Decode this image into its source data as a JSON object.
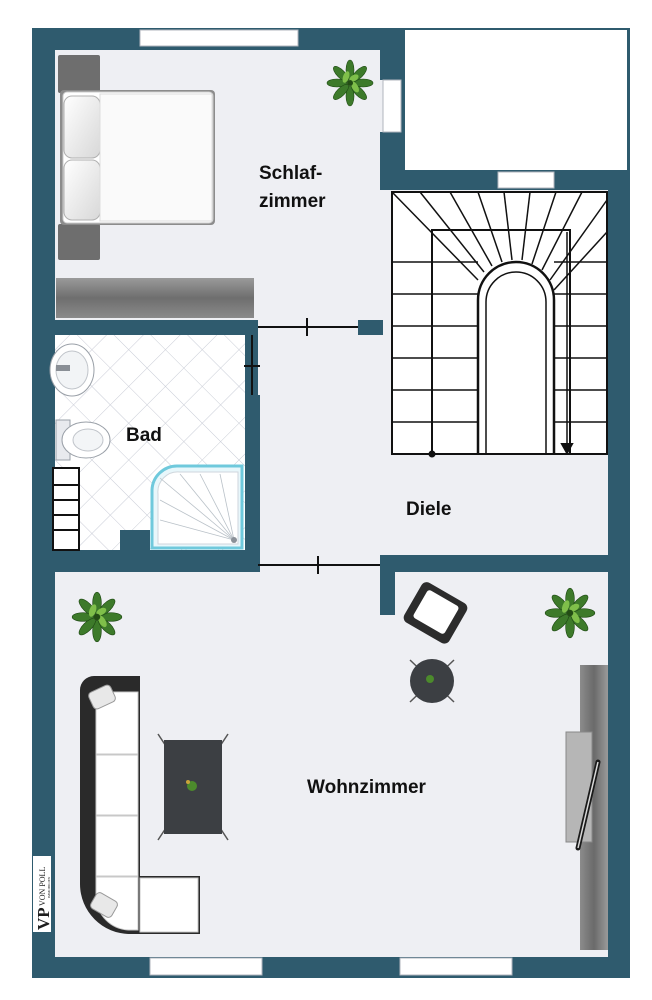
{
  "colors": {
    "wall": "#2f5b6e",
    "floor": "#eeeff3",
    "window": "#ffffff",
    "tile_line": "#c9ccd6",
    "furniture_dark": "#3a3a3a",
    "furniture_light": "#ffffff",
    "plant": "#3d7a2a",
    "stair_line": "#111111"
  },
  "rooms": {
    "schlafzimmer_line1": "Schlaf-",
    "schlafzimmer_line2": "zimmer",
    "bad": "Bad",
    "diele": "Diele",
    "wohnzimmer": "Wohnzimmer"
  },
  "branding": {
    "logo_initials": "VP",
    "logo_name": "VON POLL",
    "logo_sub": "IMMOBILIEN"
  },
  "icons": {
    "plant": "plant-icon",
    "bed": "bed-icon",
    "toilet": "toilet-icon",
    "sink": "sink-icon",
    "shower": "shower-icon",
    "sofa": "sofa-icon",
    "armchair": "armchair-icon",
    "table": "table-icon",
    "tv": "tv-icon",
    "stairs": "stairs-icon"
  }
}
